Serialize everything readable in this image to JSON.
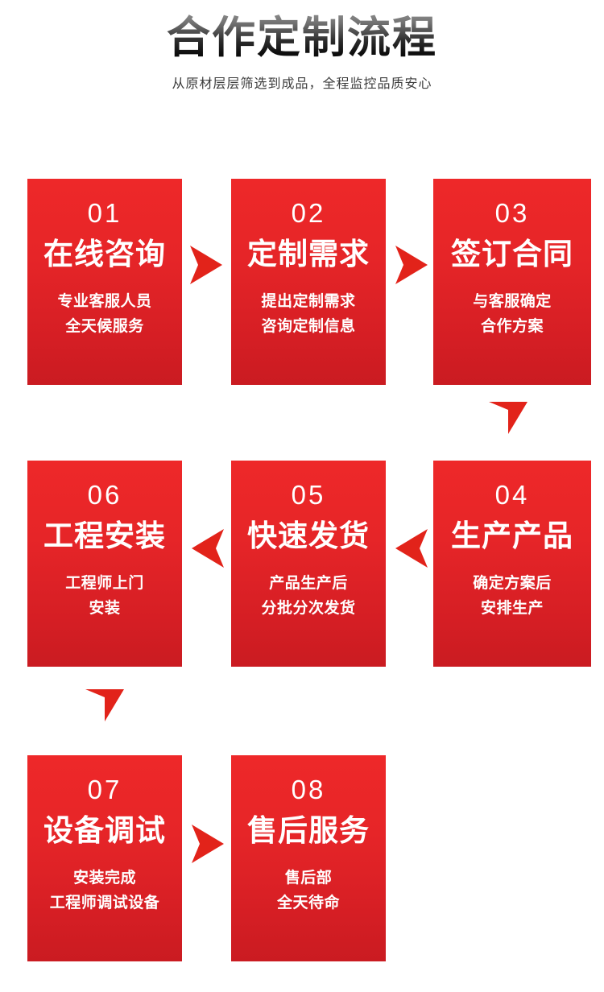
{
  "header": {
    "title": "合作定制流程",
    "subtitle": "从原材层层筛选到成品，全程监控品质安心"
  },
  "colors": {
    "card_red_top": "#ee2829",
    "card_red_bottom": "#ca1b21",
    "arrow_red": "#e2231a",
    "title_dark": "#000000",
    "background": "#ffffff"
  },
  "steps": [
    {
      "number": "01",
      "title": "在线咨询",
      "desc_line1": "专业客服人员",
      "desc_line2": "全天候服务"
    },
    {
      "number": "02",
      "title": "定制需求",
      "desc_line1": "提出定制需求",
      "desc_line2": "咨询定制信息"
    },
    {
      "number": "03",
      "title": "签订合同",
      "desc_line1": "与客服确定",
      "desc_line2": "合作方案"
    },
    {
      "number": "04",
      "title": "生产产品",
      "desc_line1": "确定方案后",
      "desc_line2": "安排生产"
    },
    {
      "number": "05",
      "title": "快速发货",
      "desc_line1": "产品生产后",
      "desc_line2": "分批分次发货"
    },
    {
      "number": "06",
      "title": "工程安装",
      "desc_line1": "工程师上门",
      "desc_line2": "安装"
    },
    {
      "number": "07",
      "title": "设备调试",
      "desc_line1": "安装完成",
      "desc_line2": "工程师调试设备"
    },
    {
      "number": "08",
      "title": "售后服务",
      "desc_line1": "售后部",
      "desc_line2": "全天待命"
    }
  ],
  "arrows": [
    {
      "name": "arrow-step1-to-step2",
      "direction": "right"
    },
    {
      "name": "arrow-step2-to-step3",
      "direction": "right"
    },
    {
      "name": "arrow-step3-to-step4",
      "direction": "down"
    },
    {
      "name": "arrow-step4-to-step5",
      "direction": "left"
    },
    {
      "name": "arrow-step5-to-step6",
      "direction": "left"
    },
    {
      "name": "arrow-step6-to-step7",
      "direction": "down"
    },
    {
      "name": "arrow-step7-to-step8",
      "direction": "right"
    }
  ]
}
